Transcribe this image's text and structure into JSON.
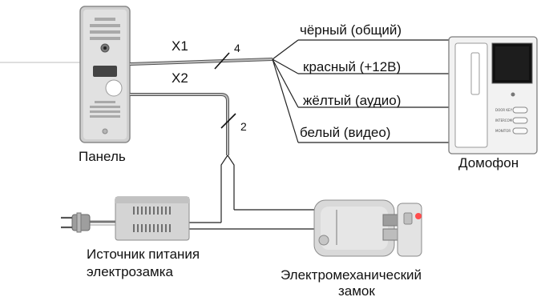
{
  "labels": {
    "x1": "X1",
    "x2": "X2",
    "count_top": "4",
    "count_mid": "2",
    "panel": "Панель",
    "intercom": "Домофон",
    "power_line1": "Источник питания",
    "power_line2": "электрозамка",
    "lock_line1": "Электромеханический",
    "lock_line2": "замок"
  },
  "wires": [
    {
      "label": "чёрный (общий)"
    },
    {
      "label": "красный (+12В)"
    },
    {
      "label": "жёлтый (аудио)"
    },
    {
      "label": "белый (видео)"
    }
  ],
  "intercom_buttons": [
    "DOOR KEY",
    "INTERCOM",
    "MONITOR"
  ],
  "colors": {
    "line": "#444444",
    "panel_body": "#c8c8c8",
    "panel_dark": "#9a9a9a",
    "accent_red": "#d9534f",
    "screen": "#111111"
  }
}
